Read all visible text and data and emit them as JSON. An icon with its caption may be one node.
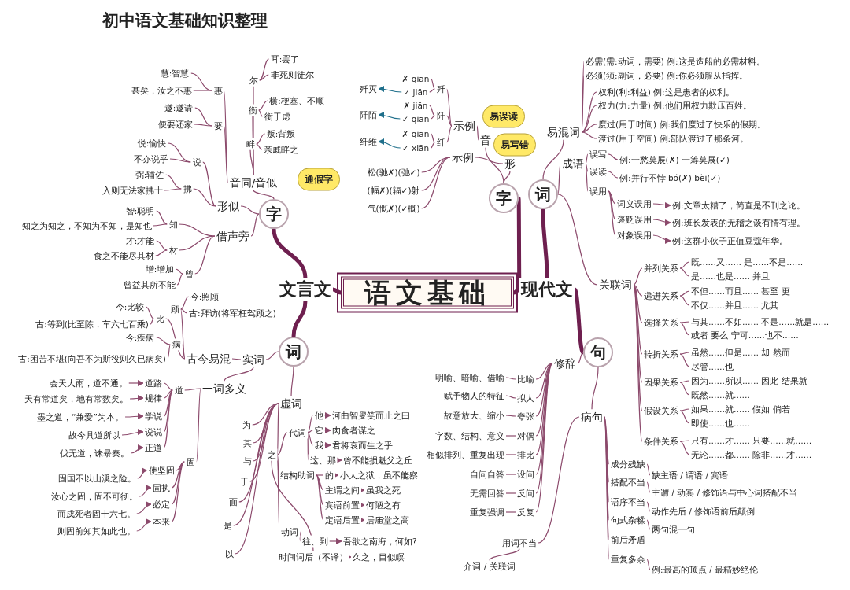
{
  "diagram": {
    "title": "初中语文基础知识整理",
    "nodes": [
      {
        "text": [
          "语文基础"
        ]
      },
      {
        "text": [
          "文言文"
        ]
      },
      {
        "text": [
          "字"
        ],
        "beside": [
          "通假字"
        ]
      },
      {
        "text": [
          "音同/音似"
        ]
      },
      {
        "text": [
          "惠"
        ]
      },
      {
        "text": [
          "慧:智慧"
        ]
      },
      {
        "text": [
          "甚矣，汝之不惠"
        ]
      },
      {
        "text": [
          "要"
        ]
      },
      {
        "text": [
          "邀:邀请"
        ]
      },
      {
        "text": [
          "便要还家"
        ]
      },
      {
        "text": [
          "尔"
        ]
      },
      {
        "text": [
          "耳:罢了"
        ]
      },
      {
        "text": [
          "非死则徒尔"
        ]
      },
      {
        "text": [
          "衡"
        ]
      },
      {
        "text": [
          "横:梗塞、不顺"
        ]
      },
      {
        "text": [
          "衡于虑"
        ]
      },
      {
        "text": [
          "畔"
        ]
      },
      {
        "text": [
          "叛:背叛"
        ]
      },
      {
        "text": [
          "亲戚畔之"
        ]
      },
      {
        "text": [
          "形似"
        ]
      },
      {
        "text": [
          "说"
        ]
      },
      {
        "text": [
          "悦:愉快"
        ]
      },
      {
        "text": [
          "不亦说乎"
        ]
      },
      {
        "text": [
          "拂"
        ]
      },
      {
        "text": [
          "弼:辅佐"
        ]
      },
      {
        "text": [
          "入则无法家拂士"
        ]
      },
      {
        "text": [
          "借声旁"
        ]
      },
      {
        "text": [
          "知"
        ]
      },
      {
        "text": [
          "智:聪明"
        ]
      },
      {
        "text": [
          "知之为知之，不知为不知，是知也"
        ]
      },
      {
        "text": [
          "材"
        ]
      },
      {
        "text": [
          "才:才能"
        ]
      },
      {
        "text": [
          "食之不能尽其材"
        ]
      },
      {
        "text": [
          "曾"
        ]
      },
      {
        "text": [
          "增:增加"
        ]
      },
      {
        "text": [
          "曾益其所不能"
        ]
      },
      {
        "text": [
          "词"
        ]
      },
      {
        "text": [
          "实词"
        ]
      },
      {
        "text": [
          "古今易混"
        ]
      },
      {
        "text": [
          "顾"
        ]
      },
      {
        "text": [
          "今:照顾"
        ]
      },
      {
        "text": [
          "古:拜访(将军枉驾顾之)"
        ]
      },
      {
        "text": [
          "比"
        ]
      },
      {
        "text": [
          "今:比较"
        ]
      },
      {
        "text": [
          "古:等到(比至陈，车六七百乘)"
        ]
      },
      {
        "text": [
          "病"
        ]
      },
      {
        "text": [
          "今:疾病"
        ]
      },
      {
        "text": [
          "古:困苦不堪(向吾不为斯役则久已病矣)"
        ]
      },
      {
        "text": [
          "一词多义"
        ]
      },
      {
        "text": [
          "道"
        ]
      },
      {
        "text": [
          "道路"
        ]
      },
      {
        "text": [
          "会天大雨，道不通。"
        ]
      },
      {
        "text": [
          "规律"
        ]
      },
      {
        "text": [
          "天有常道矣，地有常数矣。"
        ]
      },
      {
        "text": [
          "学说"
        ]
      },
      {
        "text": [
          "墨之道，“兼爱”为本。"
        ]
      },
      {
        "text": [
          "说说"
        ]
      },
      {
        "text": [
          "故今具道所以"
        ]
      },
      {
        "text": [
          "正道"
        ]
      },
      {
        "text": [
          "伐无道，诛暴秦。"
        ]
      },
      {
        "text": [
          "固"
        ]
      },
      {
        "text": [
          "使坚固"
        ]
      },
      {
        "text": [
          "固国不以山溪之险。"
        ]
      },
      {
        "text": [
          "固执"
        ]
      },
      {
        "text": [
          "汝心之固，固不可彻。"
        ]
      },
      {
        "text": [
          "必定"
        ]
      },
      {
        "text": [
          "而戍死者固十六七。"
        ]
      },
      {
        "text": [
          "本来"
        ]
      },
      {
        "text": [
          "则固前知其如此也。"
        ]
      },
      {
        "text": [
          "虚词"
        ]
      },
      {
        "text": [
          "为"
        ]
      },
      {
        "text": [
          "其"
        ]
      },
      {
        "text": [
          "与"
        ]
      },
      {
        "text": [
          "于"
        ]
      },
      {
        "text": [
          "面"
        ]
      },
      {
        "text": [
          "是"
        ]
      },
      {
        "text": [
          "以"
        ]
      },
      {
        "text": [
          "之"
        ]
      },
      {
        "text": [
          "代词"
        ]
      },
      {
        "text": [
          "他"
        ]
      },
      {
        "text": [
          "河曲智叟笑而止之曰"
        ]
      },
      {
        "text": [
          "它"
        ]
      },
      {
        "text": [
          "肉食者谋之"
        ]
      },
      {
        "text": [
          "我"
        ]
      },
      {
        "text": [
          "君将哀而生之乎"
        ]
      },
      {
        "text": [
          "这、那"
        ]
      },
      {
        "text": [
          "曾不能损魁父之丘"
        ]
      },
      {
        "text": [
          "结构助词"
        ]
      },
      {
        "text": [
          "的"
        ]
      },
      {
        "text": [
          "小大之狱，虽不能察"
        ]
      },
      {
        "text": [
          "主谓之间"
        ]
      },
      {
        "text": [
          "虽我之死"
        ]
      },
      {
        "text": [
          "宾语前置"
        ]
      },
      {
        "text": [
          "何陋之有"
        ]
      },
      {
        "text": [
          "定语后置"
        ]
      },
      {
        "text": [
          "居庙堂之高"
        ]
      },
      {
        "text": [
          "动词"
        ]
      },
      {
        "text": [
          "往、到"
        ]
      },
      {
        "text": [
          "吾欲之南海，何如?"
        ]
      },
      {
        "text": [
          "时间词后（不译）"
        ]
      },
      {
        "text": [
          "久之，目似瞑"
        ]
      },
      {
        "text": [
          "现代文"
        ]
      },
      {
        "text": [
          "字"
        ]
      },
      {
        "text": [
          "音"
        ],
        "beside": [
          "易误读"
        ]
      },
      {
        "text": [
          "示例"
        ]
      },
      {
        "text": [
          "歼"
        ]
      },
      {
        "text": [
          "✗ qiān"
        ]
      },
      {
        "text": [
          "✓ jiān"
        ]
      },
      {
        "text": [
          "歼灭"
        ]
      },
      {
        "text": [
          "阡"
        ]
      },
      {
        "text": [
          "✗ jiān"
        ]
      },
      {
        "text": [
          "✓ qiān"
        ]
      },
      {
        "text": [
          "阡陌"
        ]
      },
      {
        "text": [
          "纤"
        ]
      },
      {
        "text": [
          "✗ qiān"
        ]
      },
      {
        "text": [
          "✓ xiān"
        ]
      },
      {
        "text": [
          "纤维"
        ]
      },
      {
        "text": [
          "形"
        ],
        "beside": [
          "易写错"
        ]
      },
      {
        "text": [
          "示例"
        ]
      },
      {
        "text": [
          "松(驰✗)(弛✓)"
        ]
      },
      {
        "text": [
          "(幅✗)(辐✓)射"
        ]
      },
      {
        "text": [
          "气(慨✗)(✓概)"
        ]
      },
      {
        "text": [
          "词"
        ]
      },
      {
        "text": [
          "易混词"
        ]
      },
      {
        "text": [
          "必需(需:动词，需要) 例:这是造船的必需材料。"
        ]
      },
      {
        "text": [
          "必须(须:副词，必要) 例:你必须服从指挥。"
        ]
      },
      {
        "text": [
          "权利(利:利益) 例:这是患者的权利。"
        ]
      },
      {
        "text": [
          "权力(力:力量) 例:他们用权力欺压百姓。"
        ]
      },
      {
        "text": [
          "度过(用于时间) 例:我们度过了快乐的假期。"
        ]
      },
      {
        "text": [
          "渡过(用于空间) 例:部队渡过了那条河。"
        ]
      },
      {
        "text": [
          "成语"
        ]
      },
      {
        "text": [
          "误写"
        ]
      },
      {
        "text": [
          "例:一愁莫展(✗) 一筹莫展(✓)"
        ]
      },
      {
        "text": [
          "误读"
        ]
      },
      {
        "text": [
          "例:并行不悖 bó(✗) bèi(✓)"
        ]
      },
      {
        "text": [
          "误用"
        ]
      },
      {
        "text": [
          "词义误用"
        ]
      },
      {
        "text": [
          "例:文章太糟了，简直是不刊之论。"
        ]
      },
      {
        "text": [
          "褒贬误用"
        ]
      },
      {
        "text": [
          "例:班长发表的无稽之谈有情有理。"
        ]
      },
      {
        "text": [
          "对象误用"
        ]
      },
      {
        "text": [
          "例:这群小伙子正值豆蔻年华。"
        ]
      },
      {
        "text": [
          "关联词"
        ]
      },
      {
        "text": [
          "并列关系"
        ]
      },
      {
        "text": [
          "既……又…… 是……不是……"
        ]
      },
      {
        "text": [
          "是……也是…… 并且"
        ]
      },
      {
        "text": [
          "递进关系"
        ]
      },
      {
        "text": [
          "不但……而且…… 甚至 更"
        ]
      },
      {
        "text": [
          "不仅……并且…… 尤其"
        ]
      },
      {
        "text": [
          "选择关系"
        ]
      },
      {
        "text": [
          "与其……不如…… 不是……就是……"
        ]
      },
      {
        "text": [
          "或者 要么 宁可……也不……"
        ]
      },
      {
        "text": [
          "转折关系"
        ]
      },
      {
        "text": [
          "虽然……但是…… 却 然而"
        ]
      },
      {
        "text": [
          "尽管……也"
        ]
      },
      {
        "text": [
          "因果关系"
        ]
      },
      {
        "text": [
          "因为……所以…… 因此 结果就"
        ]
      },
      {
        "text": [
          "既然……就……"
        ]
      },
      {
        "text": [
          "假设关系"
        ]
      },
      {
        "text": [
          "如果……就…… 假如 倘若"
        ]
      },
      {
        "text": [
          "即使……也……"
        ]
      },
      {
        "text": [
          "条件关系"
        ]
      },
      {
        "text": [
          "只有……才…… 只要……就……"
        ]
      },
      {
        "text": [
          "无论……都…… 除非……才……"
        ]
      },
      {
        "text": [
          "句"
        ]
      },
      {
        "text": [
          "修辞"
        ]
      },
      {
        "text": [
          "比喻"
        ]
      },
      {
        "text": [
          "明喻、暗喻、借喻"
        ]
      },
      {
        "text": [
          "拟人"
        ]
      },
      {
        "text": [
          "赋予物人的特征"
        ]
      },
      {
        "text": [
          "夸张"
        ]
      },
      {
        "text": [
          "故意放大、缩小"
        ]
      },
      {
        "text": [
          "对偶"
        ]
      },
      {
        "text": [
          "字数、结构、意义"
        ]
      },
      {
        "text": [
          "排比"
        ]
      },
      {
        "text": [
          "相似排列、重复出现"
        ]
      },
      {
        "text": [
          "设问"
        ]
      },
      {
        "text": [
          "自问自答"
        ]
      },
      {
        "text": [
          "反问"
        ]
      },
      {
        "text": [
          "无需回答"
        ]
      },
      {
        "text": [
          "反复"
        ]
      },
      {
        "text": [
          "重复强调"
        ]
      },
      {
        "text": [
          "病句"
        ]
      },
      {
        "text": [
          "成分残缺"
        ]
      },
      {
        "text": [
          "缺主语 / 谓语 / 宾语"
        ]
      },
      {
        "text": [
          "搭配不当"
        ]
      },
      {
        "text": [
          "主谓 / 动宾 / 修饰语与中心词搭配不当"
        ]
      },
      {
        "text": [
          "语序不当"
        ]
      },
      {
        "text": [
          "动作先后 / 修饰语前后颠倒"
        ]
      },
      {
        "text": [
          "句式杂糅"
        ]
      },
      {
        "text": [
          "两句混一句"
        ]
      },
      {
        "text": [
          "前后矛盾"
        ]
      },
      {
        "text": [
          "重复多余"
        ]
      },
      {
        "text": [
          "例:最高的顶点 / 最精妙绝伦"
        ]
      },
      {
        "text": [
          "用词不当"
        ]
      },
      {
        "text": [
          "介词 / 关联词"
        ]
      }
    ],
    "edges": [
      {
        "from": 0,
        "to": 1,
        "arrow": "none",
        "style": "thick"
      },
      {
        "from": 1,
        "to": 2,
        "arrow": "none",
        "style": "thick"
      },
      {
        "from": 2,
        "to": 3,
        "arrow": "none"
      },
      {
        "from": 3,
        "to": 4,
        "arrow": "none"
      },
      {
        "from": 4,
        "to": 5,
        "arrow": "none"
      },
      {
        "from": 4,
        "to": 6,
        "arrow": "none"
      },
      {
        "from": 3,
        "to": 7,
        "arrow": "none"
      },
      {
        "from": 7,
        "to": 8,
        "arrow": "none"
      },
      {
        "from": 7,
        "to": 9,
        "arrow": "none"
      },
      {
        "from": 3,
        "to": 10,
        "arrow": "none"
      },
      {
        "from": 10,
        "to": 11,
        "arrow": "none"
      },
      {
        "from": 10,
        "to": 12,
        "arrow": "none"
      },
      {
        "from": 3,
        "to": 13,
        "arrow": "none"
      },
      {
        "from": 13,
        "to": 14,
        "arrow": "none"
      },
      {
        "from": 13,
        "to": 15,
        "arrow": "none"
      },
      {
        "from": 3,
        "to": 16,
        "arrow": "none"
      },
      {
        "from": 16,
        "to": 17,
        "arrow": "none"
      },
      {
        "from": 16,
        "to": 18,
        "arrow": "none"
      },
      {
        "from": 2,
        "to": 19,
        "arrow": "none"
      },
      {
        "from": 19,
        "to": 20,
        "arrow": "none"
      },
      {
        "from": 20,
        "to": 21,
        "arrow": "none"
      },
      {
        "from": 20,
        "to": 22,
        "arrow": "none"
      },
      {
        "from": 19,
        "to": 23,
        "arrow": "none"
      },
      {
        "from": 23,
        "to": 24,
        "arrow": "none"
      },
      {
        "from": 23,
        "to": 25,
        "arrow": "none"
      },
      {
        "from": 2,
        "to": 26,
        "arrow": "none"
      },
      {
        "from": 26,
        "to": 27,
        "arrow": "none"
      },
      {
        "from": 27,
        "to": 28,
        "arrow": "none"
      },
      {
        "from": 27,
        "to": 29,
        "arrow": "none"
      },
      {
        "from": 26,
        "to": 30,
        "arrow": "none"
      },
      {
        "from": 30,
        "to": 31,
        "arrow": "none"
      },
      {
        "from": 30,
        "to": 32,
        "arrow": "none"
      },
      {
        "from": 26,
        "to": 33,
        "arrow": "none"
      },
      {
        "from": 33,
        "to": 34,
        "arrow": "none"
      },
      {
        "from": 33,
        "to": 35,
        "arrow": "none"
      },
      {
        "from": 1,
        "to": 36,
        "arrow": "none",
        "style": "thick"
      },
      {
        "from": 36,
        "to": 37,
        "arrow": "none"
      },
      {
        "from": 37,
        "to": 38,
        "arrow": "none"
      },
      {
        "from": 38,
        "to": 39,
        "arrow": "none"
      },
      {
        "from": 39,
        "to": 40,
        "arrow": "none"
      },
      {
        "from": 39,
        "to": 41,
        "arrow": "none"
      },
      {
        "from": 38,
        "to": 42,
        "arrow": "none"
      },
      {
        "from": 42,
        "to": 43,
        "arrow": "none"
      },
      {
        "from": 42,
        "to": 44,
        "arrow": "none"
      },
      {
        "from": 38,
        "to": 45,
        "arrow": "none"
      },
      {
        "from": 45,
        "to": 46,
        "arrow": "none"
      },
      {
        "from": 45,
        "to": 47,
        "arrow": "none"
      },
      {
        "from": 37,
        "to": 48,
        "arrow": "none"
      },
      {
        "from": 48,
        "to": 49,
        "arrow": "none"
      },
      {
        "from": 49,
        "to": 50,
        "arrow": "none"
      },
      {
        "from": 51,
        "to": 50,
        "arrow": "to"
      },
      {
        "from": 49,
        "to": 52,
        "arrow": "none"
      },
      {
        "from": 53,
        "to": 52,
        "arrow": "to"
      },
      {
        "from": 49,
        "to": 54,
        "arrow": "none"
      },
      {
        "from": 55,
        "to": 54,
        "arrow": "to"
      },
      {
        "from": 49,
        "to": 56,
        "arrow": "none"
      },
      {
        "from": 57,
        "to": 56,
        "arrow": "to"
      },
      {
        "from": 49,
        "to": 58,
        "arrow": "none"
      },
      {
        "from": 59,
        "to": 58,
        "arrow": "to"
      },
      {
        "from": 48,
        "to": 60,
        "arrow": "none"
      },
      {
        "from": 60,
        "to": 61,
        "arrow": "none"
      },
      {
        "from": 62,
        "to": 61,
        "arrow": "to"
      },
      {
        "from": 60,
        "to": 63,
        "arrow": "none"
      },
      {
        "from": 64,
        "to": 63,
        "arrow": "to"
      },
      {
        "from": 60,
        "to": 65,
        "arrow": "none"
      },
      {
        "from": 66,
        "to": 65,
        "arrow": "to"
      },
      {
        "from": 60,
        "to": 67,
        "arrow": "none"
      },
      {
        "from": 68,
        "to": 67,
        "arrow": "to"
      },
      {
        "from": 36,
        "to": 69,
        "arrow": "none"
      },
      {
        "from": 69,
        "to": 70,
        "arrow": "none"
      },
      {
        "from": 69,
        "to": 71,
        "arrow": "none"
      },
      {
        "from": 69,
        "to": 72,
        "arrow": "none"
      },
      {
        "from": 69,
        "to": 73,
        "arrow": "none"
      },
      {
        "from": 69,
        "to": 74,
        "arrow": "none"
      },
      {
        "from": 69,
        "to": 75,
        "arrow": "none"
      },
      {
        "from": 69,
        "to": 76,
        "arrow": "none"
      },
      {
        "from": 69,
        "to": 77,
        "arrow": "none"
      },
      {
        "from": 77,
        "to": 78,
        "arrow": "none"
      },
      {
        "from": 78,
        "to": 79,
        "arrow": "none"
      },
      {
        "from": 79,
        "to": 80,
        "arrow": "to"
      },
      {
        "from": 78,
        "to": 81,
        "arrow": "none"
      },
      {
        "from": 81,
        "to": 82,
        "arrow": "to"
      },
      {
        "from": 78,
        "to": 83,
        "arrow": "none"
      },
      {
        "from": 83,
        "to": 84,
        "arrow": "to"
      },
      {
        "from": 78,
        "to": 85,
        "arrow": "none"
      },
      {
        "from": 85,
        "to": 86,
        "arrow": "to"
      },
      {
        "from": 77,
        "to": 87,
        "arrow": "none"
      },
      {
        "from": 87,
        "to": 88,
        "arrow": "none"
      },
      {
        "from": 88,
        "to": 89,
        "arrow": "to"
      },
      {
        "from": 87,
        "to": 90,
        "arrow": "none"
      },
      {
        "from": 90,
        "to": 91,
        "arrow": "to"
      },
      {
        "from": 87,
        "to": 92,
        "arrow": "none"
      },
      {
        "from": 92,
        "to": 93,
        "arrow": "to"
      },
      {
        "from": 87,
        "to": 94,
        "arrow": "none"
      },
      {
        "from": 94,
        "to": 95,
        "arrow": "to"
      },
      {
        "from": 77,
        "to": 96,
        "arrow": "none"
      },
      {
        "from": 96,
        "to": 97,
        "arrow": "none"
      },
      {
        "from": 97,
        "to": 98,
        "arrow": "to"
      },
      {
        "from": 77,
        "to": 99,
        "arrow": "none"
      },
      {
        "from": 99,
        "to": 100,
        "arrow": "to"
      },
      {
        "from": 0,
        "to": 101,
        "arrow": "none",
        "style": "thick"
      },
      {
        "from": 101,
        "to": 102,
        "arrow": "none",
        "style": "thick"
      },
      {
        "from": 102,
        "to": 103,
        "arrow": "none"
      },
      {
        "from": 103,
        "to": 104,
        "arrow": "none"
      },
      {
        "from": 104,
        "to": 105,
        "arrow": "none"
      },
      {
        "from": 105,
        "to": 106,
        "arrow": "none"
      },
      {
        "from": 105,
        "to": 107,
        "arrow": "none"
      },
      {
        "from": 107,
        "to": 108,
        "arrow": "to",
        "color": "#1f6f8b"
      },
      {
        "from": 104,
        "to": 109,
        "arrow": "none"
      },
      {
        "from": 109,
        "to": 110,
        "arrow": "none"
      },
      {
        "from": 109,
        "to": 111,
        "arrow": "none"
      },
      {
        "from": 111,
        "to": 112,
        "arrow": "to",
        "color": "#1f6f8b"
      },
      {
        "from": 104,
        "to": 113,
        "arrow": "none"
      },
      {
        "from": 113,
        "to": 114,
        "arrow": "none"
      },
      {
        "from": 113,
        "to": 115,
        "arrow": "none"
      },
      {
        "from": 115,
        "to": 116,
        "arrow": "to",
        "color": "#1f6f8b"
      },
      {
        "from": 102,
        "to": 117,
        "arrow": "none"
      },
      {
        "from": 117,
        "to": 118,
        "arrow": "none"
      },
      {
        "from": 118,
        "to": 119,
        "arrow": "none"
      },
      {
        "from": 118,
        "to": 120,
        "arrow": "none"
      },
      {
        "from": 118,
        "to": 121,
        "arrow": "none"
      },
      {
        "from": 101,
        "to": 122,
        "arrow": "none",
        "style": "thick"
      },
      {
        "from": 122,
        "to": 123,
        "arrow": "none"
      },
      {
        "from": 123,
        "to": 124,
        "arrow": "none"
      },
      {
        "from": 123,
        "to": 125,
        "arrow": "none"
      },
      {
        "from": 123,
        "to": 126,
        "arrow": "none"
      },
      {
        "from": 123,
        "to": 127,
        "arrow": "none"
      },
      {
        "from": 123,
        "to": 128,
        "arrow": "none"
      },
      {
        "from": 123,
        "to": 129,
        "arrow": "none"
      },
      {
        "from": 122,
        "to": 130,
        "arrow": "none"
      },
      {
        "from": 130,
        "to": 131,
        "arrow": "none"
      },
      {
        "from": 131,
        "to": 132,
        "arrow": "none"
      },
      {
        "from": 130,
        "to": 133,
        "arrow": "none"
      },
      {
        "from": 133,
        "to": 134,
        "arrow": "none"
      },
      {
        "from": 130,
        "to": 135,
        "arrow": "none"
      },
      {
        "from": 135,
        "to": 136,
        "arrow": "none"
      },
      {
        "from": 136,
        "to": 137,
        "arrow": "to"
      },
      {
        "from": 135,
        "to": 138,
        "arrow": "none"
      },
      {
        "from": 138,
        "to": 139,
        "arrow": "to"
      },
      {
        "from": 135,
        "to": 140,
        "arrow": "none"
      },
      {
        "from": 140,
        "to": 141,
        "arrow": "to"
      },
      {
        "from": 122,
        "to": 142,
        "arrow": "none"
      },
      {
        "from": 142,
        "to": 143,
        "arrow": "none"
      },
      {
        "from": 143,
        "to": 144,
        "arrow": "none"
      },
      {
        "from": 143,
        "to": 145,
        "arrow": "none"
      },
      {
        "from": 142,
        "to": 146,
        "arrow": "none"
      },
      {
        "from": 146,
        "to": 147,
        "arrow": "none"
      },
      {
        "from": 146,
        "to": 148,
        "arrow": "none"
      },
      {
        "from": 142,
        "to": 149,
        "arrow": "none"
      },
      {
        "from": 149,
        "to": 150,
        "arrow": "none"
      },
      {
        "from": 149,
        "to": 151,
        "arrow": "none"
      },
      {
        "from": 142,
        "to": 152,
        "arrow": "none"
      },
      {
        "from": 152,
        "to": 153,
        "arrow": "none"
      },
      {
        "from": 152,
        "to": 154,
        "arrow": "none"
      },
      {
        "from": 142,
        "to": 155,
        "arrow": "none"
      },
      {
        "from": 155,
        "to": 156,
        "arrow": "none"
      },
      {
        "from": 155,
        "to": 157,
        "arrow": "none"
      },
      {
        "from": 142,
        "to": 158,
        "arrow": "none"
      },
      {
        "from": 158,
        "to": 159,
        "arrow": "none"
      },
      {
        "from": 158,
        "to": 160,
        "arrow": "none"
      },
      {
        "from": 142,
        "to": 161,
        "arrow": "none"
      },
      {
        "from": 161,
        "to": 162,
        "arrow": "none"
      },
      {
        "from": 161,
        "to": 163,
        "arrow": "none"
      },
      {
        "from": 101,
        "to": 164,
        "arrow": "none",
        "style": "thick"
      },
      {
        "from": 164,
        "to": 165,
        "arrow": "none"
      },
      {
        "from": 165,
        "to": 166,
        "arrow": "none"
      },
      {
        "from": 166,
        "to": 167,
        "arrow": "none"
      },
      {
        "from": 165,
        "to": 168,
        "arrow": "none"
      },
      {
        "from": 168,
        "to": 169,
        "arrow": "none"
      },
      {
        "from": 165,
        "to": 170,
        "arrow": "none"
      },
      {
        "from": 170,
        "to": 171,
        "arrow": "none"
      },
      {
        "from": 165,
        "to": 172,
        "arrow": "none"
      },
      {
        "from": 172,
        "to": 173,
        "arrow": "none"
      },
      {
        "from": 165,
        "to": 174,
        "arrow": "none"
      },
      {
        "from": 174,
        "to": 175,
        "arrow": "none"
      },
      {
        "from": 165,
        "to": 176,
        "arrow": "none"
      },
      {
        "from": 176,
        "to": 177,
        "arrow": "none"
      },
      {
        "from": 165,
        "to": 178,
        "arrow": "none"
      },
      {
        "from": 178,
        "to": 179,
        "arrow": "none"
      },
      {
        "from": 165,
        "to": 180,
        "arrow": "none"
      },
      {
        "from": 180,
        "to": 181,
        "arrow": "none"
      },
      {
        "from": 164,
        "to": 182,
        "arrow": "none"
      },
      {
        "from": 182,
        "to": 183,
        "arrow": "none"
      },
      {
        "from": 183,
        "to": 184,
        "arrow": "none"
      },
      {
        "from": 182,
        "to": 185,
        "arrow": "none"
      },
      {
        "from": 185,
        "to": 186,
        "arrow": "none"
      },
      {
        "from": 182,
        "to": 187,
        "arrow": "none"
      },
      {
        "from": 187,
        "to": 188,
        "arrow": "none"
      },
      {
        "from": 182,
        "to": 189,
        "arrow": "none"
      },
      {
        "from": 189,
        "to": 190,
        "arrow": "none"
      },
      {
        "from": 182,
        "to": 191,
        "arrow": "none"
      },
      {
        "from": 182,
        "to": 192,
        "arrow": "none"
      },
      {
        "from": 192,
        "to": 193,
        "arrow": "none"
      },
      {
        "from": 182,
        "to": 194,
        "arrow": "none"
      },
      {
        "from": 194,
        "to": 195,
        "arrow": "none"
      }
    ]
  }
}
